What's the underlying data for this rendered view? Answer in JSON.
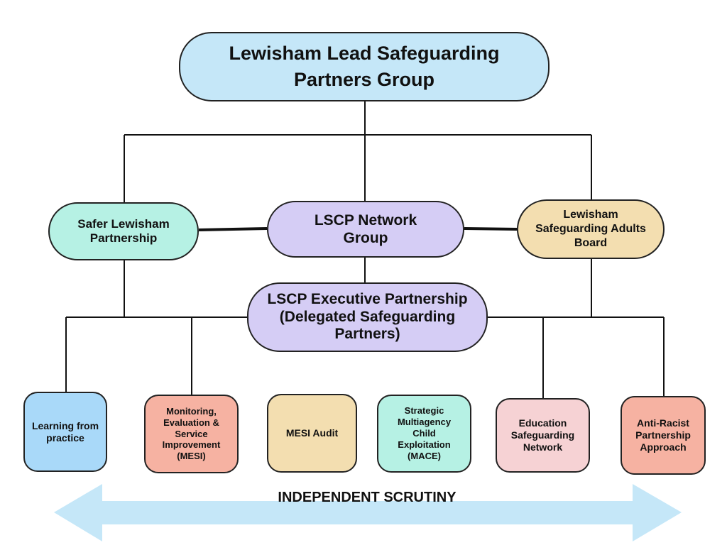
{
  "diagram": {
    "nodes": {
      "lead": "Lewisham Lead Safeguarding\nPartners Group",
      "safer": "Safer Lewisham\nPartnership",
      "network": "LSCP Network\nGroup",
      "adults": "Lewisham\nSafeguarding Adults\nBoard",
      "executive": "LSCP Executive Partnership\n(Delegated Safeguarding\nPartners)",
      "learning": "Learning from\npractice",
      "mesi": "Monitoring,\nEvaluation &\nService\nImprovement\n(MESI)",
      "audit": "MESI Audit",
      "mace": "Strategic\nMultiagency\nChild\nExploitation\n(MACE)",
      "education": "Education\nSafeguarding\nNetwork",
      "antiracist": "Anti-Racist\nPartnership\nApproach"
    },
    "arrow_label": "INDEPENDENT SCRUTINY"
  },
  "colors": {
    "lead_fill": "#c5e7f8",
    "safer_fill": "#b6f1e4",
    "network_fill": "#d5cdf5",
    "adults_fill": "#f3deb0",
    "executive_fill": "#d5cdf5",
    "learning_fill": "#a9d9f9",
    "mesi_fill": "#f6b2a2",
    "audit_fill": "#f3deb0",
    "mace_fill": "#b6f1e4",
    "education_fill": "#f6d2d4",
    "antiracist_fill": "#f6b2a2",
    "arrow_fill": "#c5e7f8",
    "line_color": "#111111"
  }
}
